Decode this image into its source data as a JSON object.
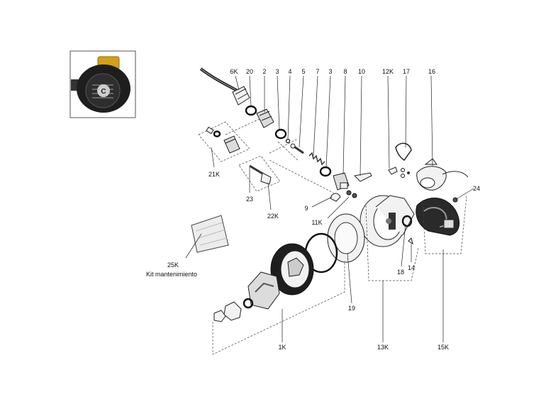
{
  "labels": {
    "p6K": "6K",
    "p20": "20",
    "p2": "2",
    "p3a": "3",
    "p4": "4",
    "p5": "5",
    "p7": "7",
    "p3b": "3",
    "p8": "8",
    "p10": "10",
    "p12K": "12K",
    "p17": "17",
    "p16": "16",
    "p21K": "21K",
    "p23": "23",
    "p22K": "22K",
    "p9": "9",
    "p11K": "11K",
    "p24": "24",
    "p18": "18",
    "p14": "14",
    "p25K": "25K",
    "kit": "Kit mantenimiento",
    "p19": "19",
    "p1K": "1K",
    "p13K": "13K",
    "p15K": "15K"
  },
  "colors": {
    "line": "#222222",
    "dark": "#2a2a2a",
    "accent": "#d4a017"
  }
}
